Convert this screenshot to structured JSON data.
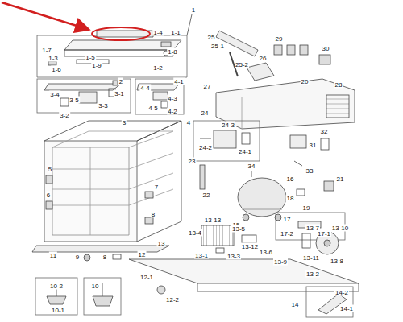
{
  "diagram": {
    "labels": [
      "1",
      "1-4",
      "1-1",
      "1-7",
      "1-3",
      "1-5",
      "1-9",
      "1-8",
      "1-6",
      "1-2",
      "2",
      "3-4",
      "3-5",
      "3-1",
      "3-3",
      "3-2",
      "3",
      "4-4",
      "4-1",
      "4-3",
      "4-5",
      "4-2",
      "4",
      "25",
      "25-1",
      "25-2",
      "29",
      "30",
      "26",
      "20",
      "27",
      "28",
      "24",
      "24-3",
      "24-2",
      "24-1",
      "32",
      "31",
      "33",
      "34",
      "23",
      "16",
      "18",
      "21",
      "22",
      "19",
      "17",
      "17-2",
      "17-1",
      "15",
      "5",
      "6",
      "7",
      "8",
      "13-13",
      "13-5",
      "13-4",
      "13-12",
      "13-6",
      "13-1",
      "13-3",
      "13",
      "13-7",
      "13-10",
      "13-9",
      "13-11",
      "13-8",
      "13-2",
      "11",
      "9",
      "8",
      "12",
      "12-1",
      "12-2",
      "10-2",
      "10-1",
      "10",
      "14",
      "14-2",
      "14-1"
    ]
  }
}
